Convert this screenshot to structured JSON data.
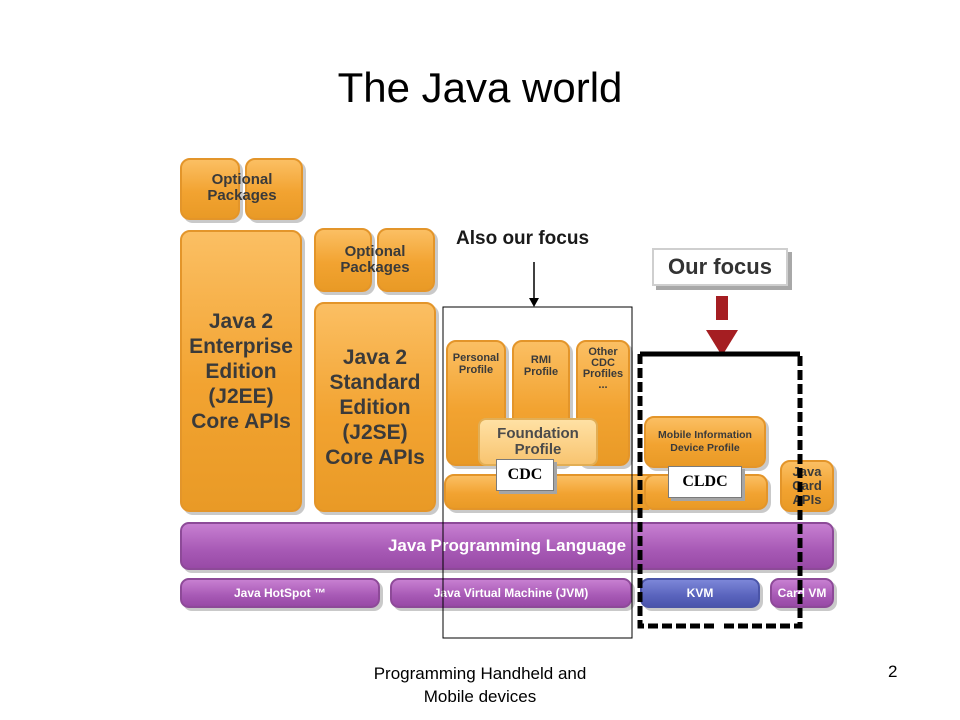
{
  "slide": {
    "title": "The Java world",
    "footer": "Programming Handheld and\nMobile devices",
    "page_number": "2"
  },
  "annotations": {
    "also_our_focus": "Also our focus",
    "our_focus": "Our focus"
  },
  "diagram": {
    "optional_packages_ee": "Optional\nPackages",
    "j2ee": "Java 2\nEnterprise\nEdition\n(J2EE)\nCore APIs",
    "optional_packages_se": "Optional\nPackages",
    "j2se": "Java 2\nStandard\nEdition\n(J2SE)\nCore APIs",
    "personal_profile": "Personal\nProfile",
    "rmi_profile": "RMI\nProfile",
    "other_cdc_profiles": "Other\nCDC\nProfiles\n...",
    "foundation_profile": "Foundation\nProfile",
    "cdc": "CDC",
    "midp": "Mobile Information\nDevice Profile",
    "cldc": "CLDC",
    "java_card_apis": "Java\nCard\nAPIs",
    "java_programming_language": "Java Programming Language",
    "java_hotspot": "Java HotSpot ™",
    "jvm": "Java Virtual Machine (JVM)",
    "kvm": "KVM",
    "card_vm": "Card VM"
  },
  "colors": {
    "orange_block": "#f2a331",
    "purple_block": "#a759b5",
    "blue_block": "#5a64bd",
    "focus_arrow": "#a51e22"
  }
}
